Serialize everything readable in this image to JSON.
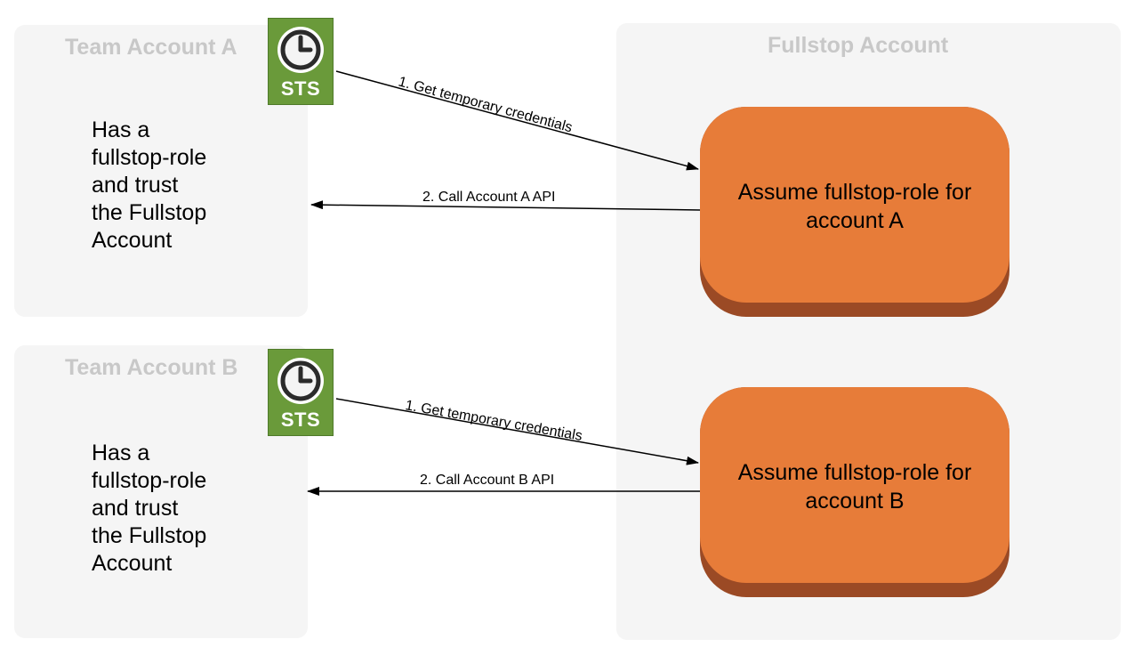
{
  "fullstop": {
    "title": "Fullstop Account",
    "roles": [
      {
        "label": "Assume fullstop-role for\naccount A"
      },
      {
        "label": "Assume fullstop-role for\naccount B"
      }
    ]
  },
  "teams": [
    {
      "title": "Team Account A",
      "description": "Has a\nfullstop-role\nand trust\nthe Fullstop\nAccount",
      "sts_label": "STS"
    },
    {
      "title": "Team Account B",
      "description": "Has a\nfullstop-role\nand trust\nthe Fullstop\nAccount",
      "sts_label": "STS"
    }
  ],
  "edges": [
    {
      "label": "1. Get temporary credentials",
      "from": "sts-a",
      "to": "role-a"
    },
    {
      "label": "2. Call Account A API",
      "from": "role-a",
      "to": "team-a"
    },
    {
      "label": "1. Get temporary credentials",
      "from": "sts-b",
      "to": "role-b"
    },
    {
      "label": "2. Call Account B API",
      "from": "role-b",
      "to": "team-b"
    }
  ],
  "colors": {
    "panel": "#f5f5f5",
    "panel_title": "#c8c8c8",
    "role_fill": "#e77c39",
    "role_shadow": "#9b4a25",
    "sts_fill": "#6a9a3a"
  },
  "icons": [
    "clock-icon"
  ]
}
